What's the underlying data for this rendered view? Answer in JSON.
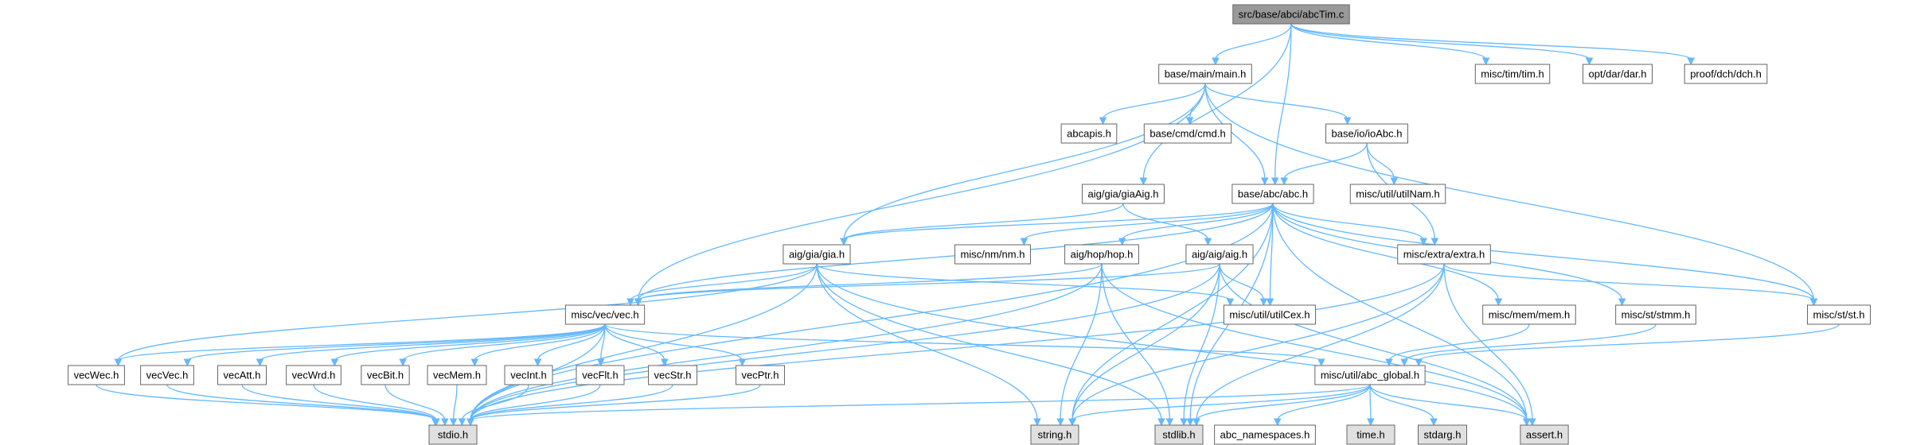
{
  "diagram": {
    "colors": {
      "root_fill": "#999999",
      "node_fill": "#ffffff",
      "system_fill": "#e0e0e0",
      "border": "#666666",
      "edge": "#63b8ff"
    },
    "nodes": [
      {
        "id": "root",
        "label": "src/base/abci/abcTim.c",
        "kind": "root"
      },
      {
        "id": "main",
        "label": "base/main/main.h",
        "kind": "file"
      },
      {
        "id": "tim",
        "label": "misc/tim/tim.h",
        "kind": "file"
      },
      {
        "id": "dar",
        "label": "opt/dar/dar.h",
        "kind": "file"
      },
      {
        "id": "dch",
        "label": "proof/dch/dch.h",
        "kind": "file"
      },
      {
        "id": "abcapis",
        "label": "abcapis.h",
        "kind": "file"
      },
      {
        "id": "cmd",
        "label": "base/cmd/cmd.h",
        "kind": "file"
      },
      {
        "id": "ioAbc",
        "label": "base/io/ioAbc.h",
        "kind": "file"
      },
      {
        "id": "giaAig",
        "label": "aig/gia/giaAig.h",
        "kind": "file"
      },
      {
        "id": "abc",
        "label": "base/abc/abc.h",
        "kind": "file"
      },
      {
        "id": "utilNam",
        "label": "misc/util/utilNam.h",
        "kind": "file"
      },
      {
        "id": "gia",
        "label": "aig/gia/gia.h",
        "kind": "file"
      },
      {
        "id": "nm",
        "label": "misc/nm/nm.h",
        "kind": "file"
      },
      {
        "id": "hop",
        "label": "aig/hop/hop.h",
        "kind": "file"
      },
      {
        "id": "aig",
        "label": "aig/aig/aig.h",
        "kind": "file"
      },
      {
        "id": "extra",
        "label": "misc/extra/extra.h",
        "kind": "file"
      },
      {
        "id": "vec",
        "label": "misc/vec/vec.h",
        "kind": "file"
      },
      {
        "id": "utilCex",
        "label": "misc/util/utilCex.h",
        "kind": "file"
      },
      {
        "id": "mem",
        "label": "misc/mem/mem.h",
        "kind": "file"
      },
      {
        "id": "stmm",
        "label": "misc/st/stmm.h",
        "kind": "file"
      },
      {
        "id": "st",
        "label": "misc/st/st.h",
        "kind": "file"
      },
      {
        "id": "abc_global",
        "label": "misc/util/abc_global.h",
        "kind": "file"
      },
      {
        "id": "vecWec",
        "label": "vecWec.h",
        "kind": "file"
      },
      {
        "id": "vecVec",
        "label": "vecVec.h",
        "kind": "file"
      },
      {
        "id": "vecAtt",
        "label": "vecAtt.h",
        "kind": "file"
      },
      {
        "id": "vecWrd",
        "label": "vecWrd.h",
        "kind": "file"
      },
      {
        "id": "vecBit",
        "label": "vecBit.h",
        "kind": "file"
      },
      {
        "id": "vecMem",
        "label": "vecMem.h",
        "kind": "file"
      },
      {
        "id": "vecInt",
        "label": "vecInt.h",
        "kind": "file"
      },
      {
        "id": "vecFlt",
        "label": "vecFlt.h",
        "kind": "file"
      },
      {
        "id": "vecStr",
        "label": "vecStr.h",
        "kind": "file"
      },
      {
        "id": "vecPtr",
        "label": "vecPtr.h",
        "kind": "file"
      },
      {
        "id": "stdio",
        "label": "stdio.h",
        "kind": "system"
      },
      {
        "id": "string",
        "label": "string.h",
        "kind": "system"
      },
      {
        "id": "stdlib",
        "label": "stdlib.h",
        "kind": "system"
      },
      {
        "id": "abc_namespaces",
        "label": "abc_namespaces.h",
        "kind": "file"
      },
      {
        "id": "time",
        "label": "time.h",
        "kind": "system"
      },
      {
        "id": "stdarg",
        "label": "stdarg.h",
        "kind": "system"
      },
      {
        "id": "assert",
        "label": "assert.h",
        "kind": "system"
      }
    ],
    "edges": [
      [
        "root",
        "main"
      ],
      [
        "root",
        "tim"
      ],
      [
        "root",
        "dar"
      ],
      [
        "root",
        "dch"
      ],
      [
        "root",
        "giaAig"
      ],
      [
        "root",
        "abc"
      ],
      [
        "main",
        "abcapis"
      ],
      [
        "main",
        "cmd"
      ],
      [
        "main",
        "ioAbc"
      ],
      [
        "main",
        "abc"
      ],
      [
        "main",
        "gia"
      ],
      [
        "main",
        "vec"
      ],
      [
        "main",
        "st"
      ],
      [
        "ioAbc",
        "abc"
      ],
      [
        "ioAbc",
        "utilNam"
      ],
      [
        "ioAbc",
        "extra"
      ],
      [
        "giaAig",
        "aig"
      ],
      [
        "giaAig",
        "gia"
      ],
      [
        "abc",
        "gia"
      ],
      [
        "abc",
        "nm"
      ],
      [
        "abc",
        "hop"
      ],
      [
        "abc",
        "extra"
      ],
      [
        "abc",
        "vec"
      ],
      [
        "abc",
        "utilCex"
      ],
      [
        "abc",
        "mem"
      ],
      [
        "abc",
        "stmm"
      ],
      [
        "abc",
        "st"
      ],
      [
        "abc",
        "stdio"
      ],
      [
        "abc",
        "string"
      ],
      [
        "abc",
        "stdlib"
      ],
      [
        "abc",
        "assert"
      ],
      [
        "gia",
        "vec"
      ],
      [
        "gia",
        "utilCex"
      ],
      [
        "gia",
        "stdio"
      ],
      [
        "gia",
        "string"
      ],
      [
        "gia",
        "stdlib"
      ],
      [
        "gia",
        "assert"
      ],
      [
        "gia",
        "vecWec"
      ],
      [
        "hop",
        "vec"
      ],
      [
        "hop",
        "stdio"
      ],
      [
        "hop",
        "string"
      ],
      [
        "hop",
        "stdlib"
      ],
      [
        "hop",
        "assert"
      ],
      [
        "aig",
        "vec"
      ],
      [
        "aig",
        "utilCex"
      ],
      [
        "aig",
        "stdio"
      ],
      [
        "aig",
        "string"
      ],
      [
        "aig",
        "stdlib"
      ],
      [
        "aig",
        "assert"
      ],
      [
        "extra",
        "st"
      ],
      [
        "extra",
        "stdio"
      ],
      [
        "extra",
        "string"
      ],
      [
        "extra",
        "stdlib"
      ],
      [
        "extra",
        "assert"
      ],
      [
        "vec",
        "abc_global"
      ],
      [
        "vec",
        "vecWec"
      ],
      [
        "vec",
        "vecVec"
      ],
      [
        "vec",
        "vecAtt"
      ],
      [
        "vec",
        "vecWrd"
      ],
      [
        "vec",
        "vecBit"
      ],
      [
        "vec",
        "vecMem"
      ],
      [
        "vec",
        "vecInt"
      ],
      [
        "vec",
        "vecFlt"
      ],
      [
        "vec",
        "vecStr"
      ],
      [
        "vec",
        "vecPtr"
      ],
      [
        "vec",
        "stdio"
      ],
      [
        "mem",
        "abc_global"
      ],
      [
        "stmm",
        "abc_global"
      ],
      [
        "st",
        "abc_global"
      ],
      [
        "abc_global",
        "stdio"
      ],
      [
        "abc_global",
        "string"
      ],
      [
        "abc_global",
        "stdlib"
      ],
      [
        "abc_global",
        "abc_namespaces"
      ],
      [
        "abc_global",
        "time"
      ],
      [
        "abc_global",
        "stdarg"
      ],
      [
        "abc_global",
        "assert"
      ],
      [
        "vecWec",
        "stdio"
      ],
      [
        "vecVec",
        "stdio"
      ],
      [
        "vecAtt",
        "stdio"
      ],
      [
        "vecWrd",
        "stdio"
      ],
      [
        "vecBit",
        "stdio"
      ],
      [
        "vecMem",
        "stdio"
      ],
      [
        "vecInt",
        "stdio"
      ],
      [
        "vecFlt",
        "stdio"
      ],
      [
        "vecStr",
        "stdio"
      ],
      [
        "vecPtr",
        "stdio"
      ]
    ]
  }
}
